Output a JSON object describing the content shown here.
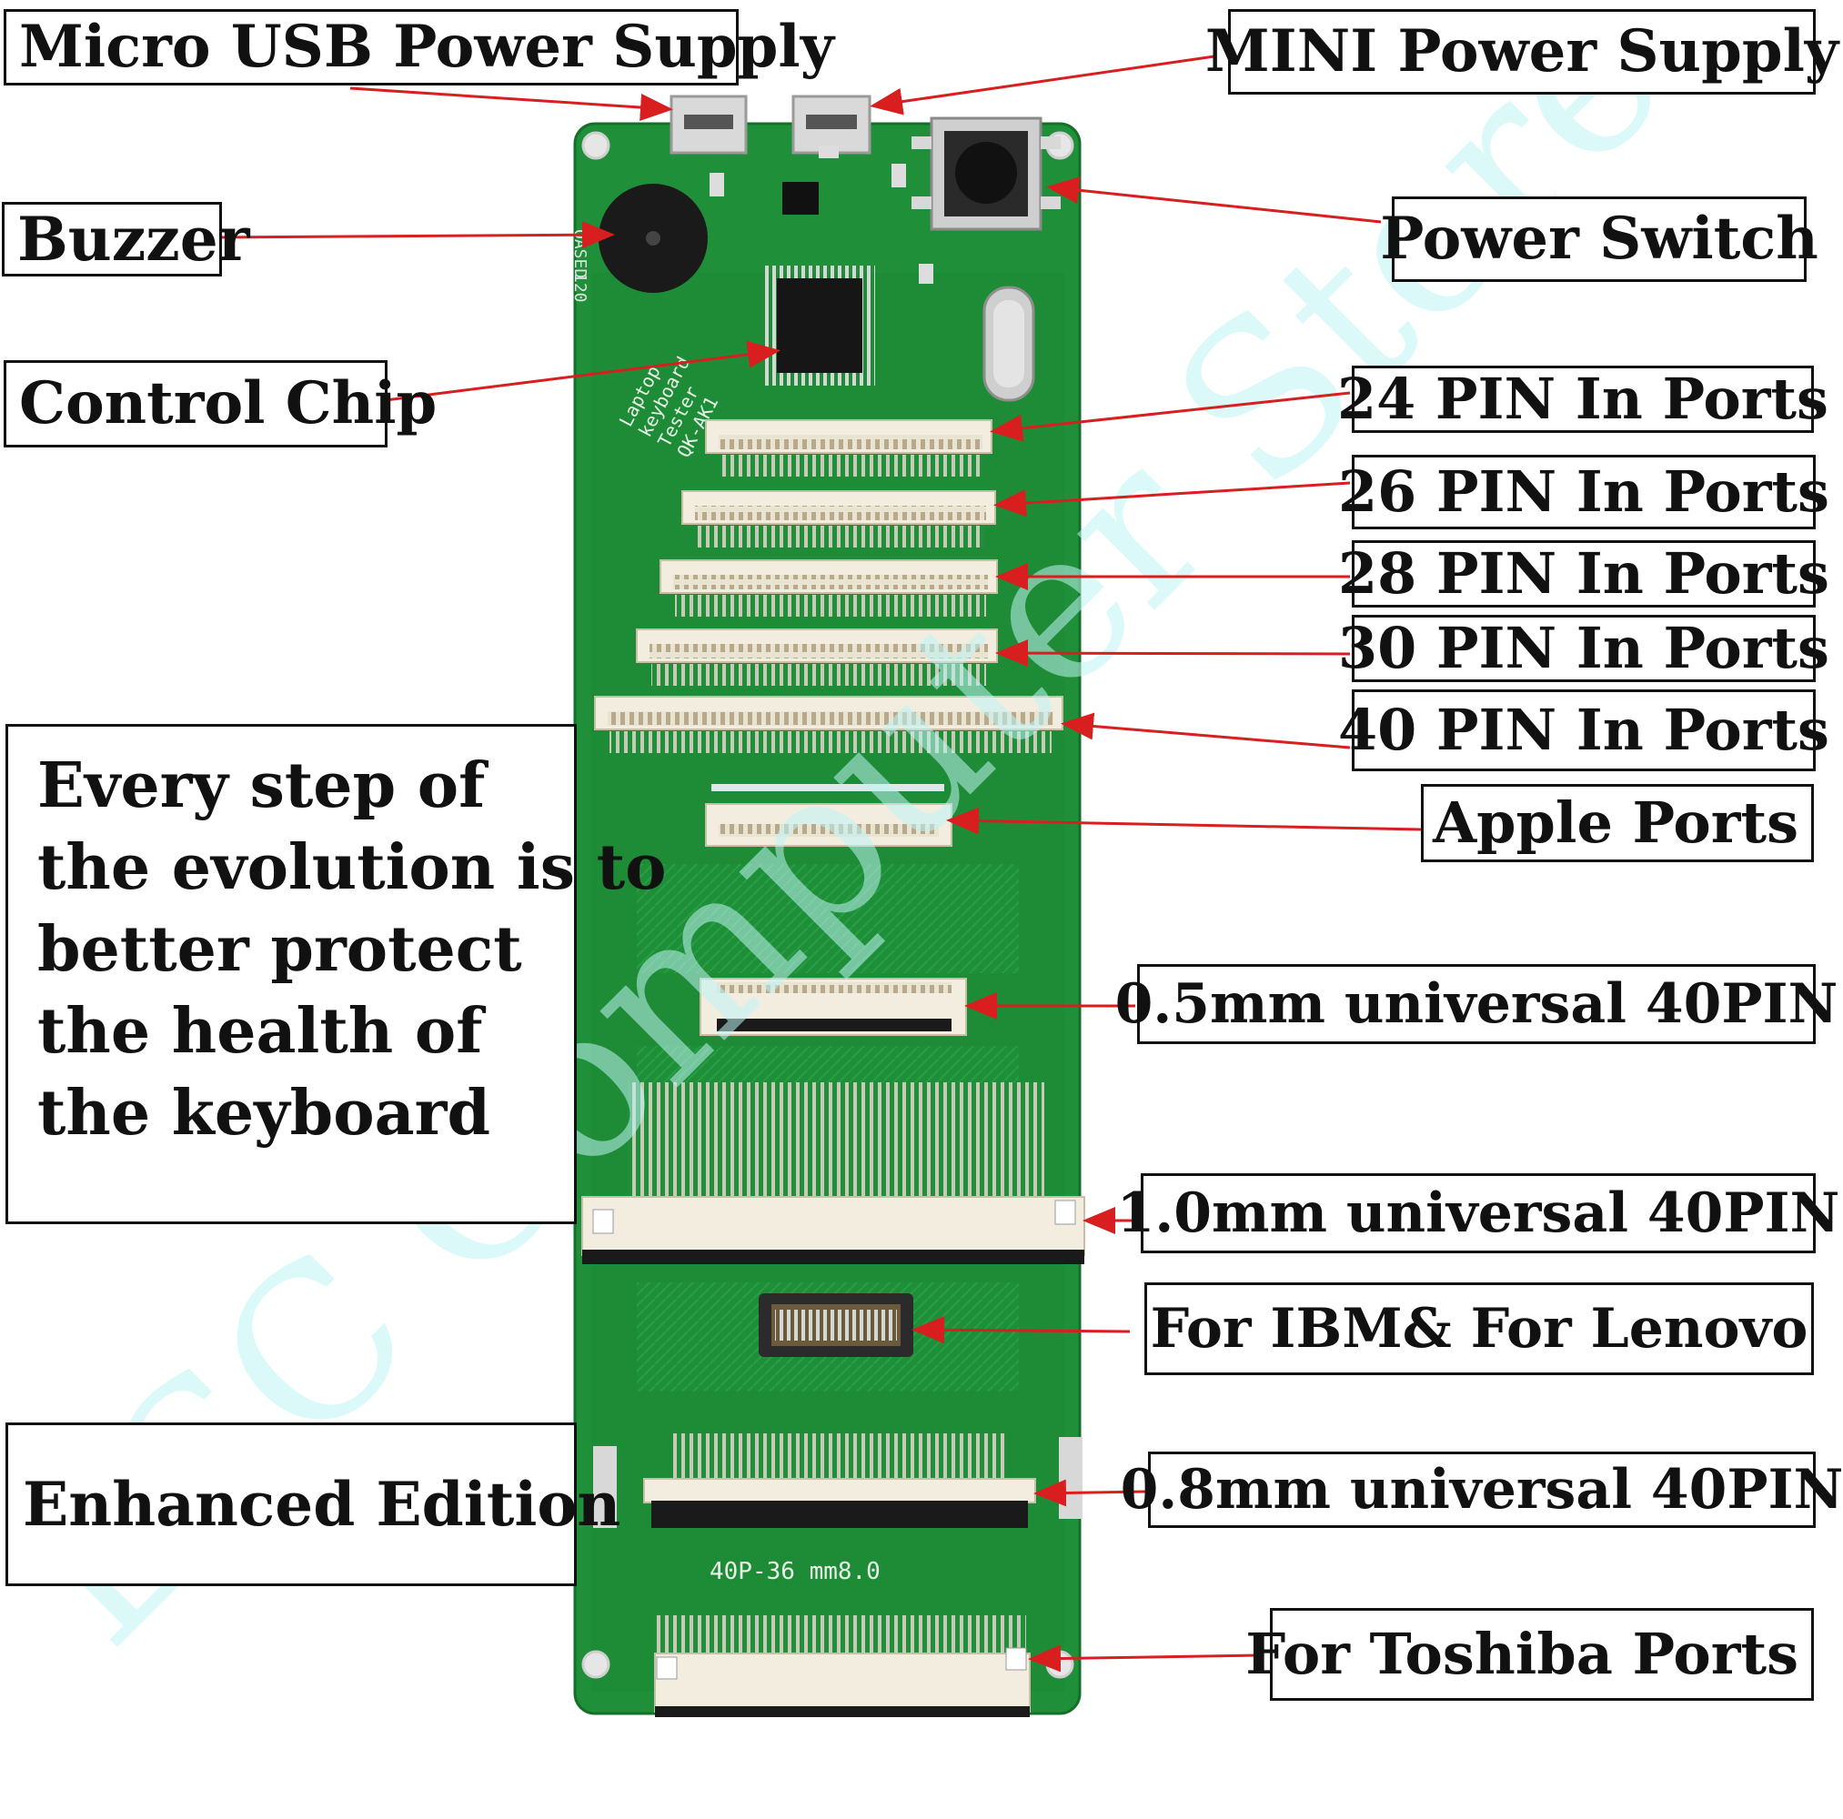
{
  "labels": {
    "micro_usb": "Micro USB Power Supply",
    "mini_power": "MINI Power Supply",
    "buzzer": "Buzzer",
    "power_switch": "Power Switch",
    "control_chip": "Control Chip",
    "pin24": "24 PIN In Ports",
    "pin26": "26 PIN In Ports",
    "pin28": "28 PIN In Ports",
    "pin30": "30 PIN In Ports",
    "pin40": "40 PIN In Ports",
    "apple": "Apple Ports",
    "u05": "0.5mm universal 40PIN",
    "u10": "1.0mm universal 40PIN",
    "ibm": "For IBM& For Lenovo",
    "u08": "0.8mm universal 40PIN",
    "toshiba": "For Toshiba Ports",
    "edition": "Enhanced Edition"
  },
  "note": {
    "lines": [
      "Every step of",
      "the evolution is to",
      "better protect",
      "the health of",
      "the keyboard"
    ]
  },
  "board": {
    "silk_top": [
      "Laptop",
      "keyboard",
      "Tester",
      "QK-AK1"
    ],
    "silk_bottom": "40P-36    mm8.0",
    "chip_left": [
      "OASED",
      "120"
    ]
  },
  "watermark": "LSC Computer Store",
  "colors": {
    "pcb": "#1f8f3a",
    "pcb_dark": "#157a2e",
    "trace": "#2aa84a",
    "arrow": "#d81e1e",
    "connector": "#f3ede0",
    "watermark": "#bff5f5"
  }
}
